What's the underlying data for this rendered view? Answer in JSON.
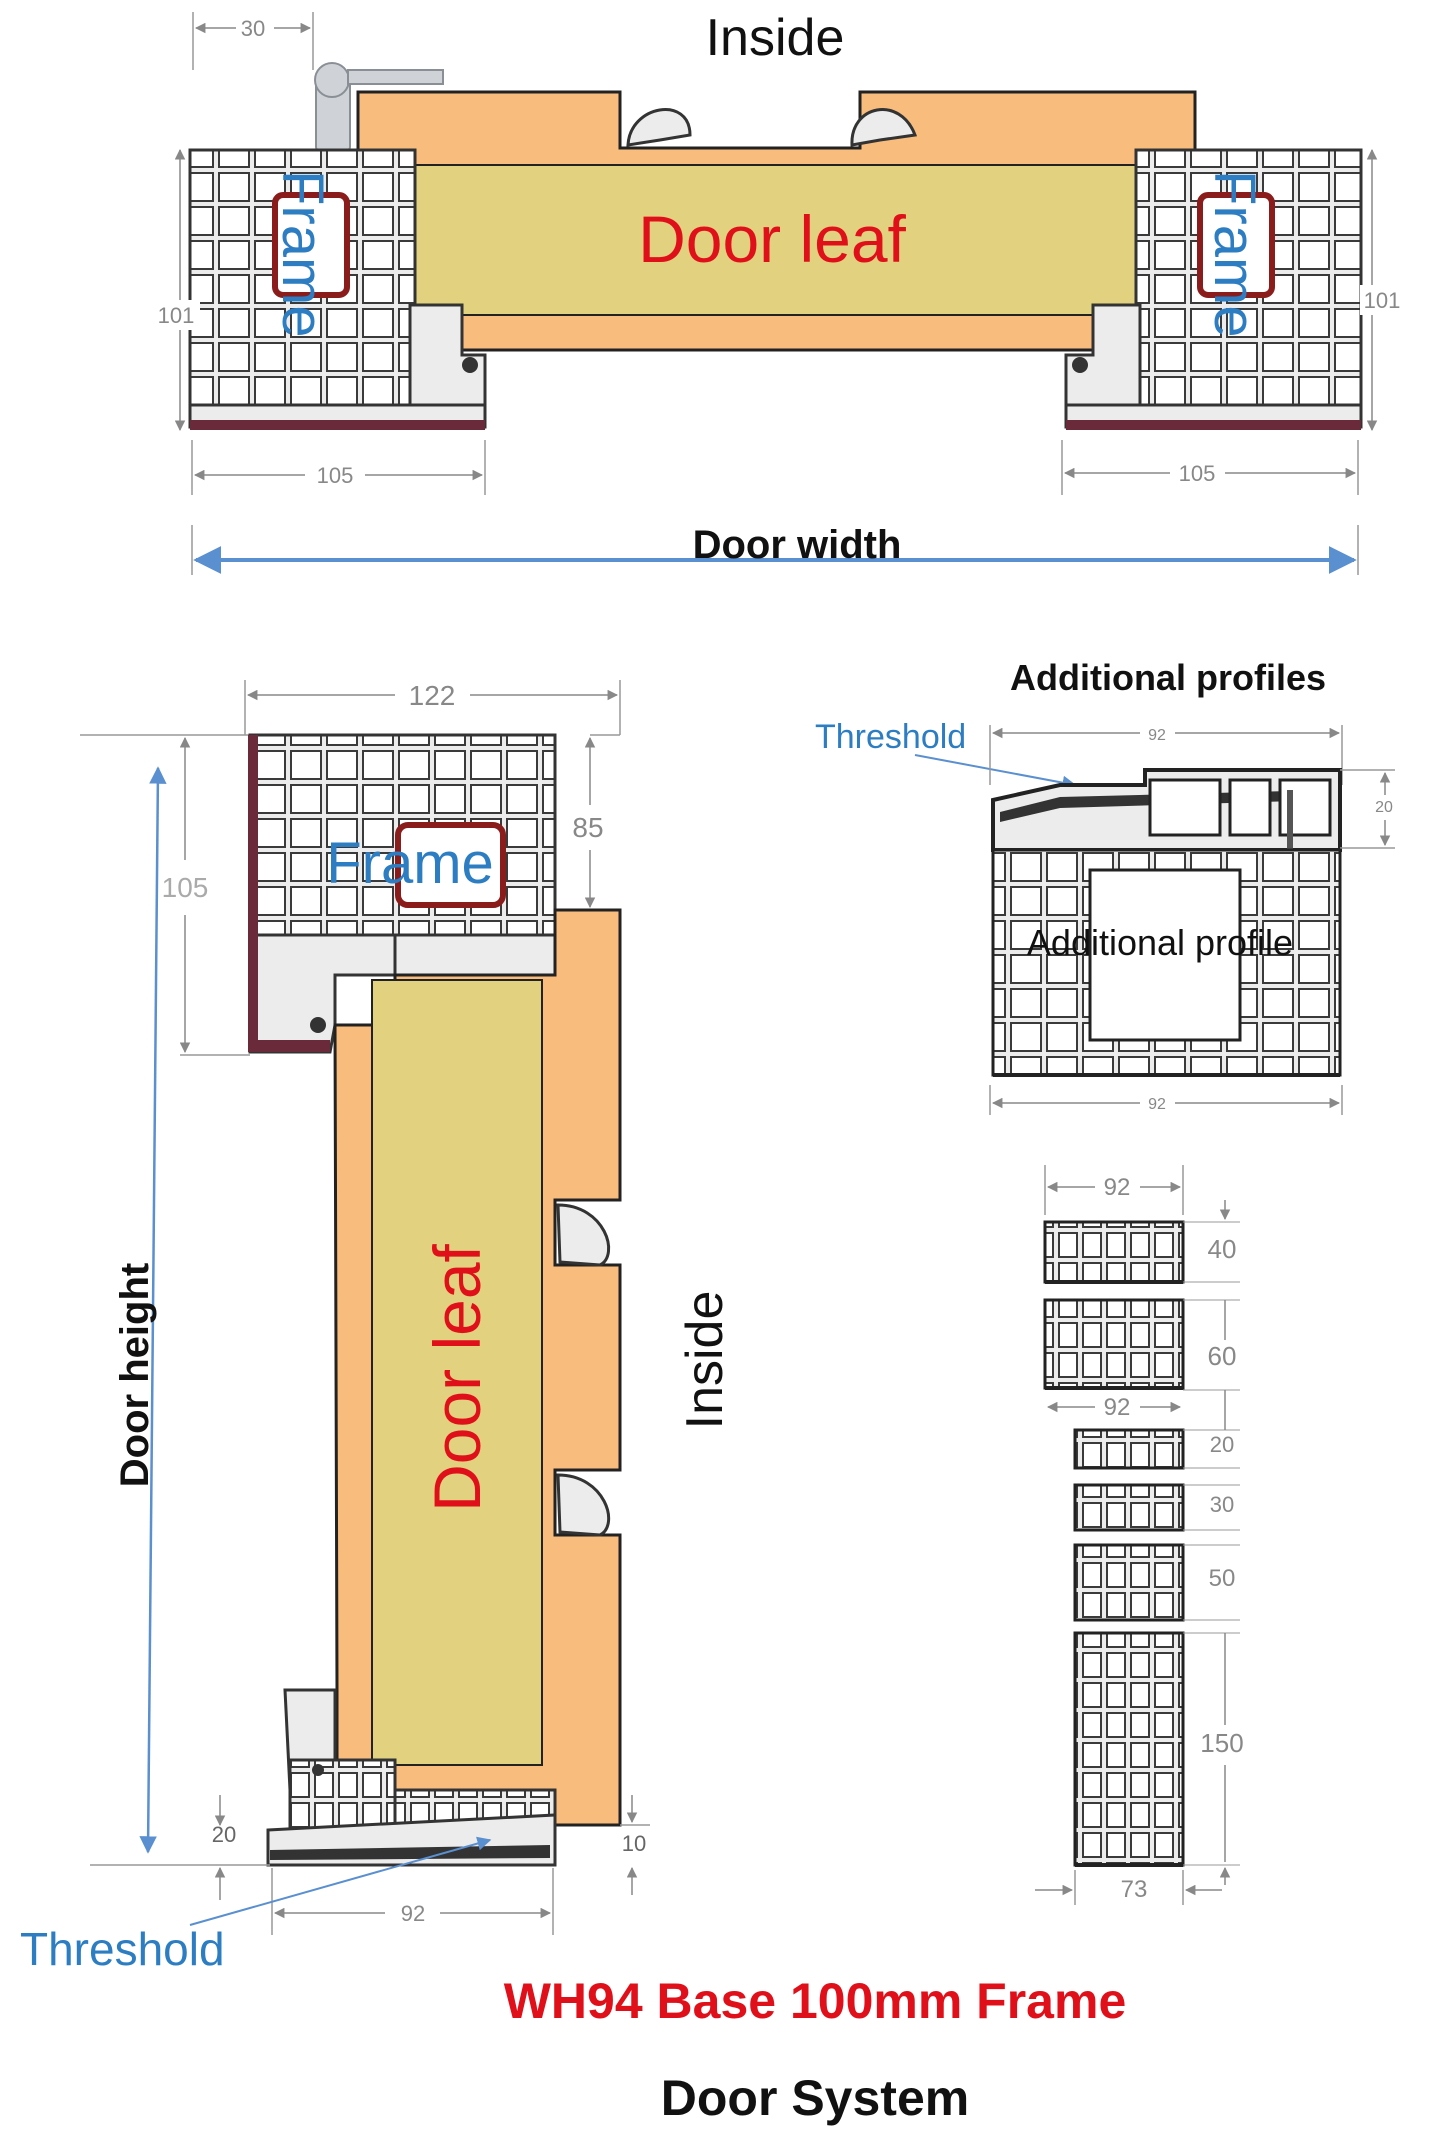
{
  "colors": {
    "leaf_core": "#e2d27f",
    "leaf_edge": "#f8bc7c",
    "profile_fill": "#ececec",
    "profile_stroke": "#3a3a3a",
    "gasket": "#6a2a3a",
    "steel": "#8a1c1c",
    "frame_label": "#2c7dc2",
    "leaf_label": "#e0101a",
    "dimension": "#888888",
    "arrow_blue": "#5a8fd0",
    "title_red": "#e0101a",
    "text_black": "#111111"
  },
  "top_section": {
    "inside_label": "Inside",
    "frame_left_label": "Frame",
    "frame_right_label": "Frame",
    "leaf_label": "Door leaf",
    "dim_top": "30",
    "dim_left_height": "101",
    "dim_right_height": "101",
    "dim_left_width": "105",
    "dim_right_width": "105",
    "width_label": "Door width"
  },
  "side_section": {
    "dim_top": "122",
    "dim_left": "105",
    "dim_right": "85",
    "frame_label": "Frame",
    "leaf_label": "Door leaf",
    "inside_label": "Inside",
    "height_label": "Door height",
    "dim_threshold_h": "20",
    "dim_threshold_w": "92",
    "dim_gap": "10",
    "threshold_label": "Threshold"
  },
  "additional": {
    "title": "Additional profiles",
    "threshold_label": "Threshold",
    "profile_label": "Additional profile",
    "dim_top": "92",
    "dim_bottom": "92",
    "dim_height": "20"
  },
  "profiles_stack": {
    "dim_top_width": "92",
    "dim_mid_width": "92",
    "dim_bottom_width": "73",
    "heights": [
      "40",
      "60",
      "20",
      "30",
      "50",
      "150"
    ]
  },
  "footer": {
    "title": "WH94 Base 100mm Frame",
    "subtitle": "Door System"
  }
}
